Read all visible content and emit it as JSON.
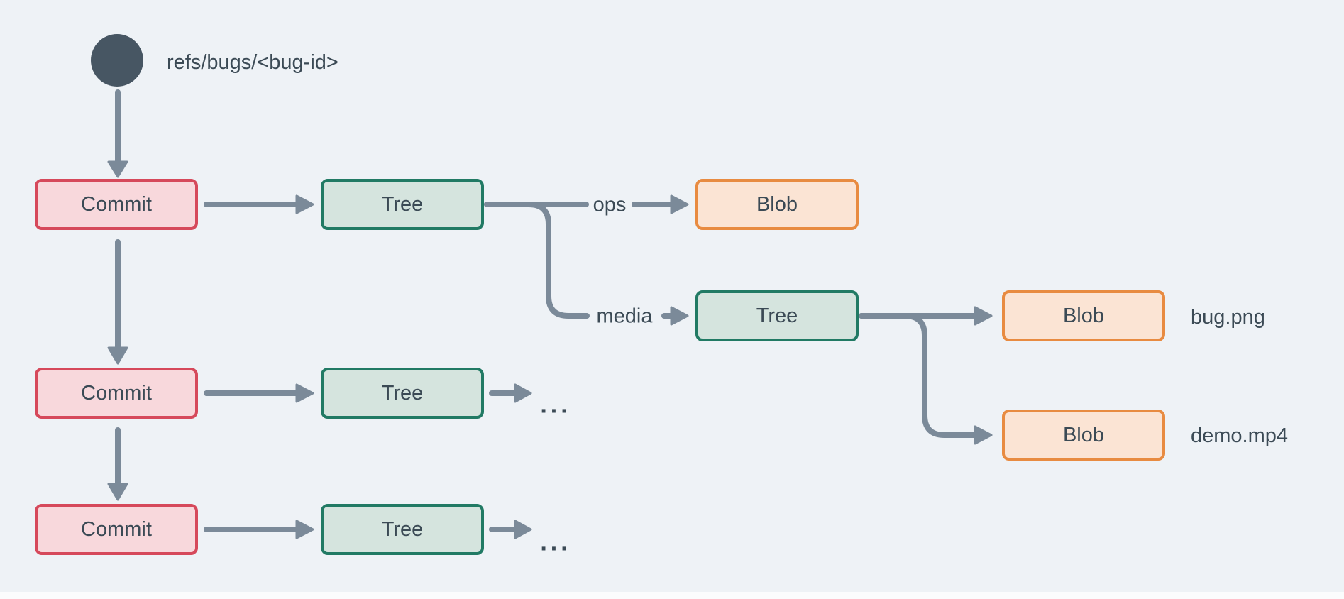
{
  "colors": {
    "background": "#eef2f6",
    "node_text": "#3b4a55",
    "arrow": "#7b8a99",
    "ref_circle": "#475663",
    "commit_fill": "#f8d8dc",
    "commit_border": "#d6495b",
    "tree_fill": "#d5e4de",
    "tree_border": "#217a64",
    "blob_fill": "#fbe4d4",
    "blob_border": "#e88b41"
  },
  "diagram": {
    "ref": {
      "label": "refs/bugs/<bug-id>"
    },
    "nodes": {
      "commit_1": {
        "label": "Commit"
      },
      "tree_1": {
        "label": "Tree"
      },
      "blob_ops": {
        "label": "Blob"
      },
      "tree_media": {
        "label": "Tree"
      },
      "blob_bug": {
        "label": "Blob"
      },
      "blob_demo": {
        "label": "Blob"
      },
      "commit_2": {
        "label": "Commit"
      },
      "tree_2": {
        "label": "Tree"
      },
      "commit_3": {
        "label": "Commit"
      },
      "tree_3": {
        "label": "Tree"
      }
    },
    "edge_labels": {
      "ops": "ops",
      "media": "media"
    },
    "file_annotations": {
      "blob_bug": "bug.png",
      "blob_demo": "demo.mp4"
    },
    "ellipsis": {
      "row_2": "...",
      "row_3": "..."
    }
  }
}
